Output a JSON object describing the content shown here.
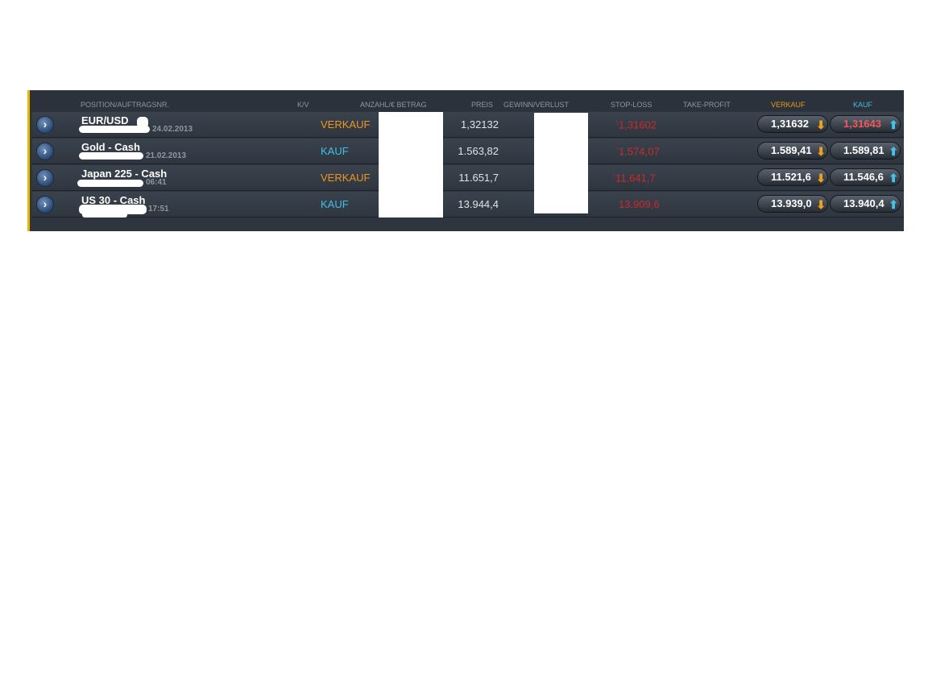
{
  "headers": {
    "position": "POSITION/AUFTRAGSNR.",
    "kv": "K/V",
    "amount": "ANZAHL/€ BETRAG",
    "price": "PREIS",
    "pnl": "GEWINN/VERLUST",
    "stoploss": "STOP-LOSS",
    "takeprofit": "TAKE-PROFIT",
    "sell": "VERKAUF",
    "buy": "KAUF"
  },
  "rows": [
    {
      "name": "EUR/USD",
      "date": "24.02.2013",
      "kv": "VERKAUF",
      "price": "1,32132",
      "stoploss": "1,31602",
      "sell": "1,31632",
      "buy": "1,31643"
    },
    {
      "name": "Gold - Cash",
      "date": "21.02.2013",
      "kv": "KAUF",
      "price": "1.563,82",
      "stoploss": "1.574,07",
      "sell": "1.589,41",
      "buy": "1.589,81"
    },
    {
      "name": "Japan 225 - Cash",
      "date": "06:41",
      "kv": "VERKAUF",
      "price": "11.651,7",
      "stoploss": "11.641,7",
      "sell": "11.521,6",
      "buy": "11.546,6"
    },
    {
      "name": "US 30 - Cash",
      "date": "17:51",
      "kv": "KAUF",
      "price": "13.944,4",
      "stoploss": "13.909,6",
      "sell": "13.939,0",
      "buy": "13.940,4"
    }
  ],
  "icons": {
    "row_button": "chevron-right-icon",
    "sell_arrow": "arrow-down-icon",
    "buy_arrow": "arrow-up-icon"
  },
  "colors": {
    "accent": "#e8b800",
    "sell": "#f0961e",
    "buy": "#3fc0ea",
    "stoploss": "#cc2a2a"
  }
}
